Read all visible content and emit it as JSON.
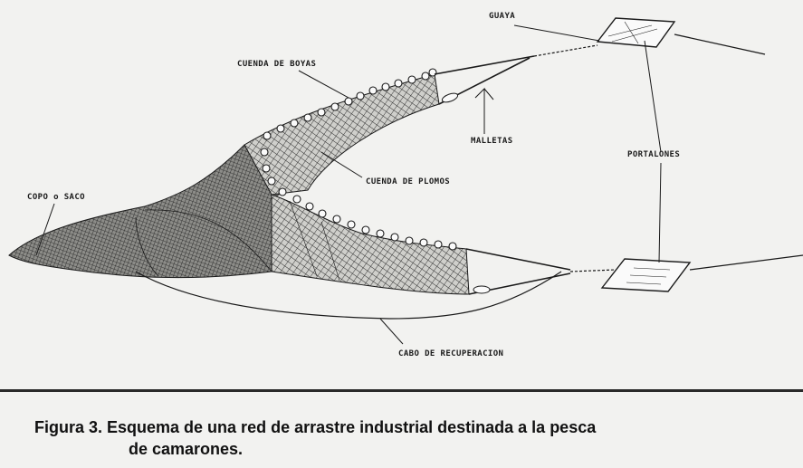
{
  "labels": {
    "guaya": "GUAYA",
    "cuenda_boyas": "CUENDA DE BOYAS",
    "malletas": "MALLETAS",
    "portalones": "PORTALONES",
    "cuenda_plomos": "CUENDA DE PLOMOS",
    "copo_saco": "COPO o SACO",
    "cabo_recuperacion": "CABO DE RECUPERACION"
  },
  "caption": {
    "line1": "Figura 3.  Esquema de una red de arrastre industrial destinada a la pesca",
    "line2": "de camarones."
  },
  "colors": {
    "ink": "#1a1a1a",
    "paper": "#f2f2f0"
  }
}
